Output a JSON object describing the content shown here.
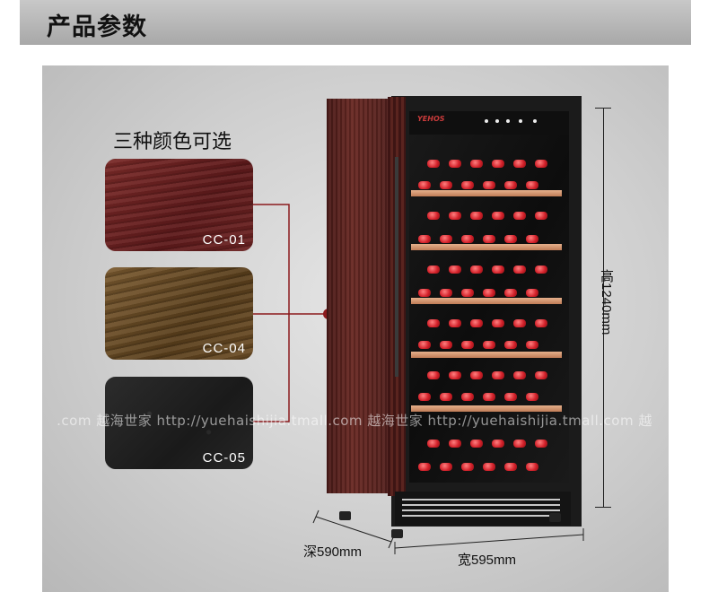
{
  "header": {
    "title": "产品参数"
  },
  "colors": {
    "title": "三种颜色可选",
    "options": [
      {
        "code": "CC-01",
        "color": "#6b2322"
      },
      {
        "code": "CC-04",
        "color": "#6b4c25"
      },
      {
        "code": "CC-05",
        "color": "#262626"
      }
    ],
    "connector_color": "#8b1a1d"
  },
  "cabinet": {
    "brand": "YEHOS"
  },
  "dimensions": {
    "height": "高1240mm",
    "depth": "深590mm",
    "width": "宽595mm"
  },
  "watermark": ".com    越海世家 http://yuehaishijia.tmall.com    越海世家 http://yuehaishijia.tmall.com    越"
}
